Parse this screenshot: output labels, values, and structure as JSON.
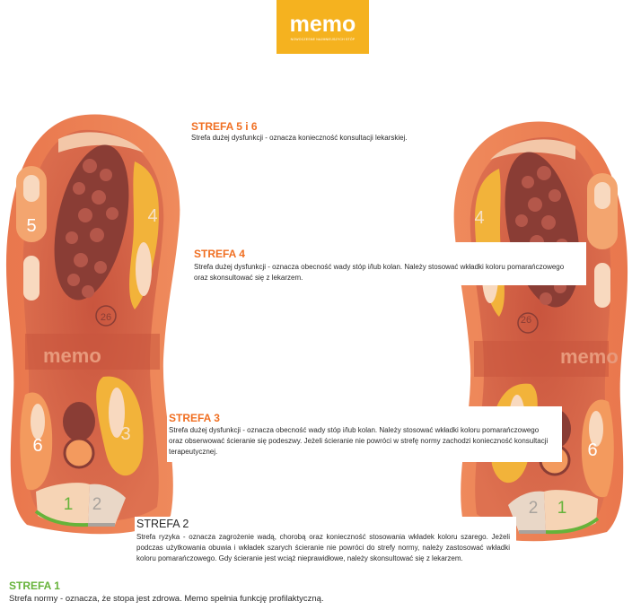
{
  "logo": {
    "word": "memo",
    "tagline": "NOWOCZESNE NAJMNIEJSZYCH STÓP",
    "color": "#f5b21f"
  },
  "sole": {
    "imprint": "memo",
    "size": "26",
    "zone_numbers": [
      "1",
      "2",
      "3",
      "4",
      "5",
      "6"
    ]
  },
  "zones": {
    "strefa56": {
      "title": "STREFA 5 i 6",
      "text": "Strefa dużej dysfunkcji - oznacza konieczność konsultacji lekarskiej."
    },
    "strefa4": {
      "title": "STREFA 4",
      "text": "Strefa dużej dysfunkcji - oznacza obecność wady stóp i/lub kolan. Należy stosować wkładki koloru pomarańczowego oraz skonsultować się z lekarzem."
    },
    "strefa3": {
      "title": "STREFA 3",
      "text": "Strefa dużej dysfunkcji - oznacza obecność wady stóp i/lub kolan. Należy stosować wkładki koloru pomarańczowego oraz obserwować ścieranie się podeszwy. Jeżeli ścieranie nie powróci w strefę normy zachodzi konieczność konsultacji terapeutycznej."
    },
    "strefa2": {
      "title": "STREFA 2",
      "text": "Strefa ryzyka - oznacza zagrożenie wadą, chorobą oraz konieczność stosowania wkładek koloru szarego. Jeżeli podczas użytkowania obuwia i wkładek szarych ścieranie nie powróci do strefy normy, należy zastosować wkładki koloru pomarańczowego. Gdy ścieranie jest wciąż nieprawidłowe, należy skonsultować się z lekarzem."
    },
    "strefa1": {
      "title": "STREFA 1",
      "text": "Strefa normy - oznacza, że stopa jest zdrowa. Memo spełnia funkcję profilaktyczną."
    }
  },
  "colors": {
    "accent": "#f06f22",
    "norm_green": "#66b33a",
    "risk_grey": "#a9a39d",
    "sole_red": "#d4644a"
  }
}
